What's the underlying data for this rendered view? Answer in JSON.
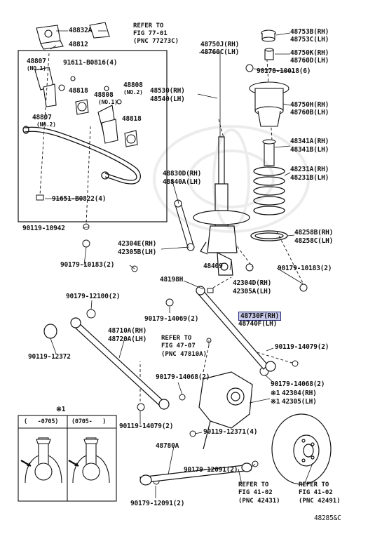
{
  "diagram": {
    "code": "48285&C",
    "colors": {
      "highlight_bg": "#c9ccea",
      "highlight_border": "#2a2f7a",
      "line": "#111111"
    },
    "refs": {
      "fig77": {
        "l1": "REFER TO",
        "l2": "FIG 77-01",
        "l3": "(PNC 77273C)"
      },
      "fig47": {
        "l1": "REFER TO",
        "l2": "FIG 47-07",
        "l3": "(PNC 47810A)"
      },
      "fig41a": {
        "l1": "REFER TO",
        "l2": "FIG 41-02",
        "l3": "(PNC 42431)"
      },
      "fig41b": {
        "l1": "REFER TO",
        "l2": "FIG 41-02",
        "l3": "(PNC 42491)"
      }
    },
    "inset": {
      "mark": "※1",
      "left_head": "(   -0705)",
      "right_head": "(0705-   )"
    },
    "parts": {
      "p48832A": "48832A",
      "p48812": "48812",
      "p48807_no1": "48807",
      "p48807_no1_sub": "(NO.1)",
      "p91611": "91611-B0816(4)",
      "p48818a": "48818",
      "p48808_no2": "48808",
      "p48808_no2_sub": "(NO.2)",
      "p48808_no1": "48808",
      "p48808_no1_sub": "(NO.1)",
      "p48807_no2": "48807",
      "p48807_no2_sub": "(NO.2)",
      "p48818b": "48818",
      "p91651": "91651-B0822(4)",
      "p90119_10942": "90119-10942",
      "p90179_10183a": "90179-10183(2)",
      "p48753B": "48753B(RH)",
      "p48753C": "48753C(LH)",
      "p48750J": "48750J(RH)",
      "p48760C": "48760C(LH)",
      "p48750K": "48750K(RH)",
      "p48760D": "48760D(LH)",
      "p90178": "90178-10018(6)",
      "p48530": "48530(RH)",
      "p48540": "48540(LH)",
      "p48750H": "48750H(RH)",
      "p48760B": "48760B(LH)",
      "p48341A": "48341A(RH)",
      "p48341B": "48341B(LH)",
      "p48830D": "48830D(RH)",
      "p48840A": "48840A(LH)",
      "p48231A": "48231A(RH)",
      "p48231B": "48231B(LH)",
      "p48258B": "48258B(RH)",
      "p48258C": "48258C(LH)",
      "p42304E": "42304E(RH)",
      "p42305B": "42305B(LH)",
      "p48409": "48409",
      "p90179_10183b": "90179-10183(2)",
      "p48198H": "48198H",
      "p42304D": "42304D(RH)",
      "p42305A": "42305A(LH)",
      "p90179_12100": "90179-12100(2)",
      "p90179_14069": "90179-14069(2)",
      "p48730F": "48730F(RH)",
      "p48740F": "48740F(LH)",
      "p48710A": "48710A(RH)",
      "p48720A": "48720A(LH)",
      "p90119_12372": "90119-12372",
      "p90119_14079a": "90119-14079(2)",
      "p90179_14068a": "90179-14068(2)",
      "p90179_14068b": "90179-14068(2)",
      "p42304": "42304(RH)",
      "p42305": "42305(LH)",
      "p42304_mark": "※1",
      "p42305_mark": "※1",
      "p90119_14079b": "90119-14079(2)",
      "p90119_12371": "90119-12371(4)",
      "p48780A": "48780A",
      "p90179_12091a": "90179-12091(2)",
      "p90179_12091b": "90179-12091(2)"
    }
  }
}
